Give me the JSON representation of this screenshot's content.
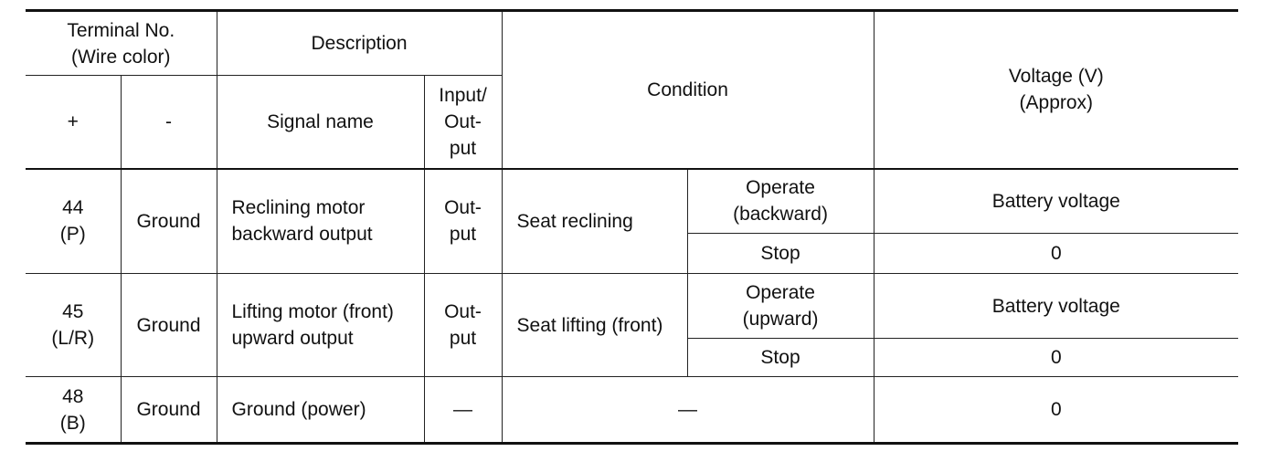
{
  "header": {
    "terminal": "Terminal No.\n(Wire color)",
    "description": "Description",
    "condition": "Condition",
    "voltage": "Voltage (V)\n(Approx)",
    "plus": "+",
    "minus": "-",
    "signal_name": "Signal name",
    "io": "Input/\nOut-\nput"
  },
  "rows": [
    {
      "terminal": "44\n(P)",
      "ground": "Ground",
      "signal": "Reclining motor\nbackward output",
      "io": "Out-\nput",
      "condition": "Seat reclining",
      "sub": [
        {
          "state": "Operate\n(backward)",
          "voltage": "Battery voltage"
        },
        {
          "state": "Stop",
          "voltage": "0"
        }
      ]
    },
    {
      "terminal": "45\n(L/R)",
      "ground": "Ground",
      "signal": "Lifting motor (front)\nupward output",
      "io": "Out-\nput",
      "condition": "Seat lifting (front)",
      "sub": [
        {
          "state": "Operate\n(upward)",
          "voltage": "Battery voltage"
        },
        {
          "state": "Stop",
          "voltage": "0"
        }
      ]
    },
    {
      "terminal": "48\n(B)",
      "ground": "Ground",
      "signal": "Ground (power)",
      "io": "—",
      "condition": "—",
      "voltage": "0"
    }
  ]
}
